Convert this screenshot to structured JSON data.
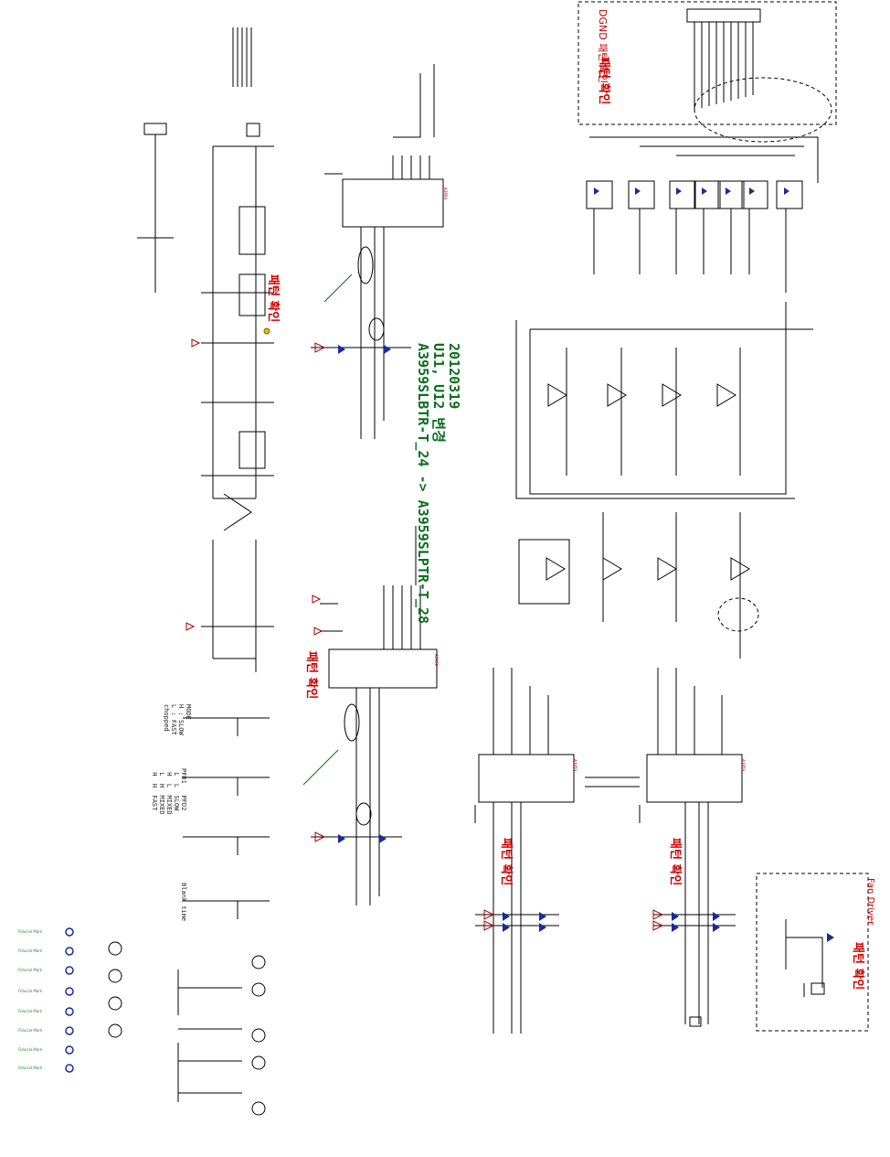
{
  "sheet": {
    "revision_note": {
      "date": "20120319",
      "line1": "U11, U12 변경",
      "line2": "A3959SLBTR-T_24 -> A3959SLPTR-T_28"
    },
    "dgnd_label": "DGND 패턴 확인",
    "fan_driver_label": "Fan Driver",
    "korean_notes": [
      "패턴 확인",
      "패턴 확인",
      "패턴 확인",
      "패턴 확인",
      "패턴 확인",
      "패턴 확인"
    ],
    "mode_table": {
      "mode_text": "MODE\nH : SLOW\nL : FAST\nchopped",
      "pfd_text": "PFD1   PFD2\n L  L  SLOW\n H  L  MIXED\n L  H  MIXED\n H  H  FAST",
      "blank_text": "Blank time"
    },
    "fiducial_labels": [
      "Fiducial Mark",
      "Fiducial Mark",
      "Fiducial Mark",
      "Fiducial Mark",
      "Fiducial Mark",
      "Fiducial Mark",
      "Fiducial Mark",
      "Fiducial Mark"
    ],
    "ic_labels": {
      "u11": "A3959",
      "u12": "A3959",
      "u13": "A3959",
      "u14": "A3959"
    }
  },
  "colors": {
    "wire": "#000000",
    "part": "#b00000",
    "text_red": "#c00000",
    "accent_green": "#0a6e1e",
    "diode_blue": "#1a2aa0",
    "background": "#ffffff"
  }
}
